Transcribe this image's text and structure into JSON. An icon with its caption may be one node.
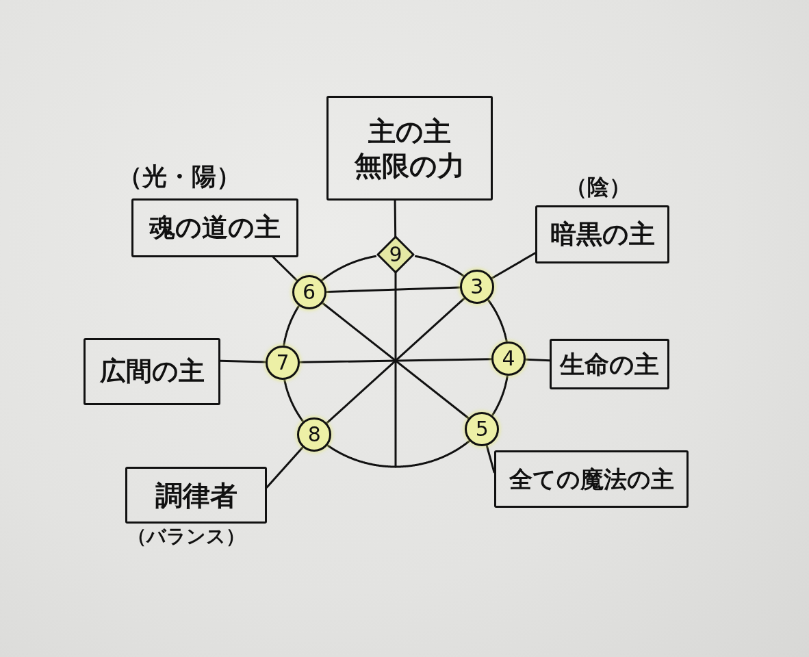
{
  "diagram": {
    "nodes": [
      {
        "text": [
          "主の主",
          "無限の力"
        ]
      },
      {
        "text": [
          "魂の道の主"
        ],
        "beside": [
          "（光・陽）"
        ]
      },
      {
        "text": [
          "暗黒の主"
        ],
        "beside": [
          "（陰）"
        ]
      },
      {
        "text": [
          "9"
        ]
      },
      {
        "text": [
          "6"
        ]
      },
      {
        "text": [
          "3"
        ]
      },
      {
        "text": [
          "広間の主"
        ]
      },
      {
        "text": [
          "7"
        ]
      },
      {
        "text": [
          "4"
        ]
      },
      {
        "text": [
          "生命の主"
        ]
      },
      {
        "text": [
          "8"
        ]
      },
      {
        "text": [
          "5"
        ]
      },
      {
        "text": [
          "全ての魔法の主"
        ]
      },
      {
        "text": [
          "調律者"
        ],
        "beside": [
          "（バランス）"
        ]
      }
    ],
    "edges": [
      {
        "from": 0,
        "to": 3,
        "arrow": "none"
      },
      {
        "from": 1,
        "to": 4,
        "arrow": "none"
      },
      {
        "from": 2,
        "to": 5,
        "arrow": "none"
      },
      {
        "from": 6,
        "to": 7,
        "arrow": "none"
      },
      {
        "from": 8,
        "to": 9,
        "arrow": "none"
      },
      {
        "from": 10,
        "to": 13,
        "arrow": "none"
      },
      {
        "from": 11,
        "to": 12,
        "arrow": "none"
      },
      {
        "from": 3,
        "to": 5,
        "arrow": "none"
      },
      {
        "from": 5,
        "to": 8,
        "arrow": "none"
      },
      {
        "from": 8,
        "to": 11,
        "arrow": "none"
      },
      {
        "from": 11,
        "to": 10,
        "arrow": "none"
      },
      {
        "from": 10,
        "to": 7,
        "arrow": "none"
      },
      {
        "from": 7,
        "to": 4,
        "arrow": "none"
      },
      {
        "from": 4,
        "to": 3,
        "arrow": "none"
      },
      {
        "from": 4,
        "to": 5,
        "arrow": "none"
      },
      {
        "from": 4,
        "to": 11,
        "arrow": "none"
      },
      {
        "from": 5,
        "to": 10,
        "arrow": "none"
      },
      {
        "from": 7,
        "to": 8,
        "arrow": "none"
      },
      {
        "from": 3,
        "to": null,
        "arrow": "none"
      }
    ]
  }
}
